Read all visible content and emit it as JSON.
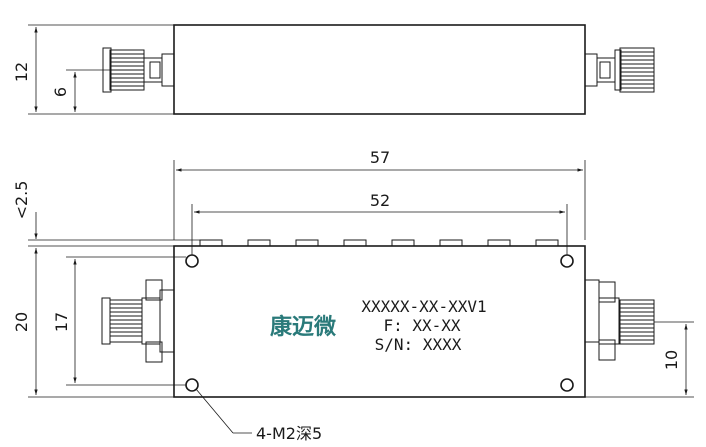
{
  "dimensions": {
    "side_height": "12",
    "side_connector_center": "6",
    "top_clearance": "<2.5",
    "overall_length": "57",
    "hole_spacing": "52",
    "body_width": "20",
    "hole_vertical_spacing": "17",
    "port_offset": "10"
  },
  "label": {
    "logo": "康迈微",
    "model": "XXXXX-XX-XXV1",
    "frequency": "F: XX-XX",
    "serial": "S/N: XXXX"
  },
  "callout": {
    "holes": "4-M2深5"
  },
  "colors": {
    "line": "#1a1a1a",
    "logo": "#2a7a7a"
  }
}
